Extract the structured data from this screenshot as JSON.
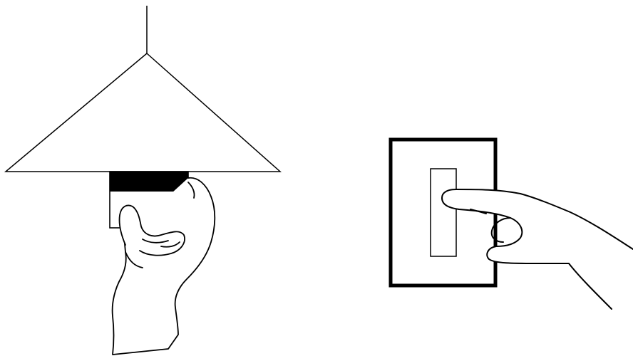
{
  "figures": [
    {
      "id": "lamp-card",
      "elements": [
        "pendant-cord",
        "lamp-shade",
        "key-card",
        "card-magnetic-stripe",
        "holding-hand"
      ]
    },
    {
      "id": "wall-switch",
      "elements": [
        "switch-plate",
        "rocker-switch",
        "pressing-hand"
      ]
    }
  ],
  "colors": {
    "stroke": "#000000",
    "fill": "#ffffff"
  }
}
